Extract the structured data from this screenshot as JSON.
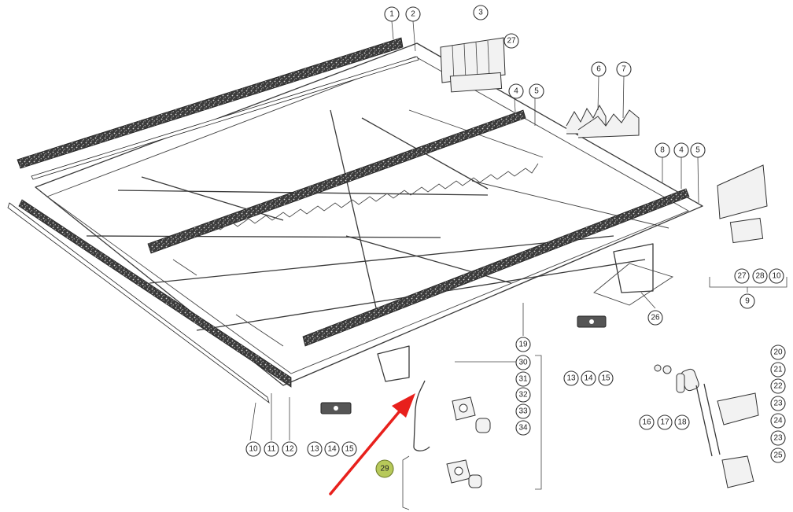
{
  "diagram": {
    "colors": {
      "background": "#ffffff",
      "linework": "#333333",
      "strip_fill": "#3b3b3b",
      "highlight_fill": "#b7c95a",
      "arrow": "#e8201c"
    },
    "callouts": [
      {
        "id": "c1",
        "label": "1"
      },
      {
        "id": "c2",
        "label": "2"
      },
      {
        "id": "c3",
        "label": "3"
      },
      {
        "id": "c27a",
        "label": "27"
      },
      {
        "id": "c4a",
        "label": "4"
      },
      {
        "id": "c5a",
        "label": "5"
      },
      {
        "id": "c6",
        "label": "6"
      },
      {
        "id": "c7",
        "label": "7"
      },
      {
        "id": "c8",
        "label": "8"
      },
      {
        "id": "c4b",
        "label": "4"
      },
      {
        "id": "c5b",
        "label": "5"
      },
      {
        "id": "c27b",
        "label": "27"
      },
      {
        "id": "c28",
        "label": "28"
      },
      {
        "id": "c10b",
        "label": "10"
      },
      {
        "id": "c9",
        "label": "9"
      },
      {
        "id": "c26",
        "label": "26"
      },
      {
        "id": "c19",
        "label": "19"
      },
      {
        "id": "c13b",
        "label": "13"
      },
      {
        "id": "c14b",
        "label": "14"
      },
      {
        "id": "c15b",
        "label": "15"
      },
      {
        "id": "c30",
        "label": "30"
      },
      {
        "id": "c31",
        "label": "31"
      },
      {
        "id": "c32",
        "label": "32"
      },
      {
        "id": "c33",
        "label": "33"
      },
      {
        "id": "c34",
        "label": "34"
      },
      {
        "id": "c29",
        "label": "29"
      },
      {
        "id": "c20",
        "label": "20"
      },
      {
        "id": "c21",
        "label": "21"
      },
      {
        "id": "c22",
        "label": "22"
      },
      {
        "id": "c23a",
        "label": "23"
      },
      {
        "id": "c24",
        "label": "24"
      },
      {
        "id": "c23b",
        "label": "23"
      },
      {
        "id": "c25",
        "label": "25"
      },
      {
        "id": "c16",
        "label": "16"
      },
      {
        "id": "c17",
        "label": "17"
      },
      {
        "id": "c18",
        "label": "18"
      },
      {
        "id": "c10a",
        "label": "10"
      },
      {
        "id": "c11",
        "label": "11"
      },
      {
        "id": "c12",
        "label": "12"
      },
      {
        "id": "c13a",
        "label": "13"
      },
      {
        "id": "c14a",
        "label": "14"
      },
      {
        "id": "c15a",
        "label": "15"
      }
    ],
    "highlighted_part": "29",
    "pointer_icon": "red-arrow-icon"
  }
}
